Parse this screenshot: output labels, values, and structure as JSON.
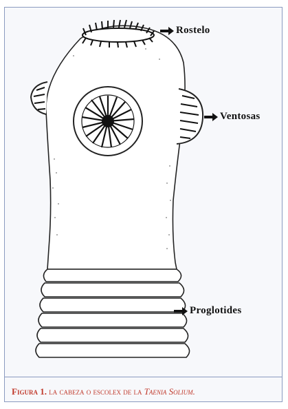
{
  "labels": {
    "rostelo": "Rostelo",
    "ventosas": "Ventosas",
    "proglotides": "Proglotides"
  },
  "caption": {
    "prefix": "Figura 1.",
    "text": "la cabeza o escolex de la",
    "species": "Taenia Solium."
  },
  "colors": {
    "caption": "#c0392b",
    "border": "#8a9ac0",
    "ink": "#111111"
  },
  "icons": [
    "arrow-right-icon"
  ]
}
